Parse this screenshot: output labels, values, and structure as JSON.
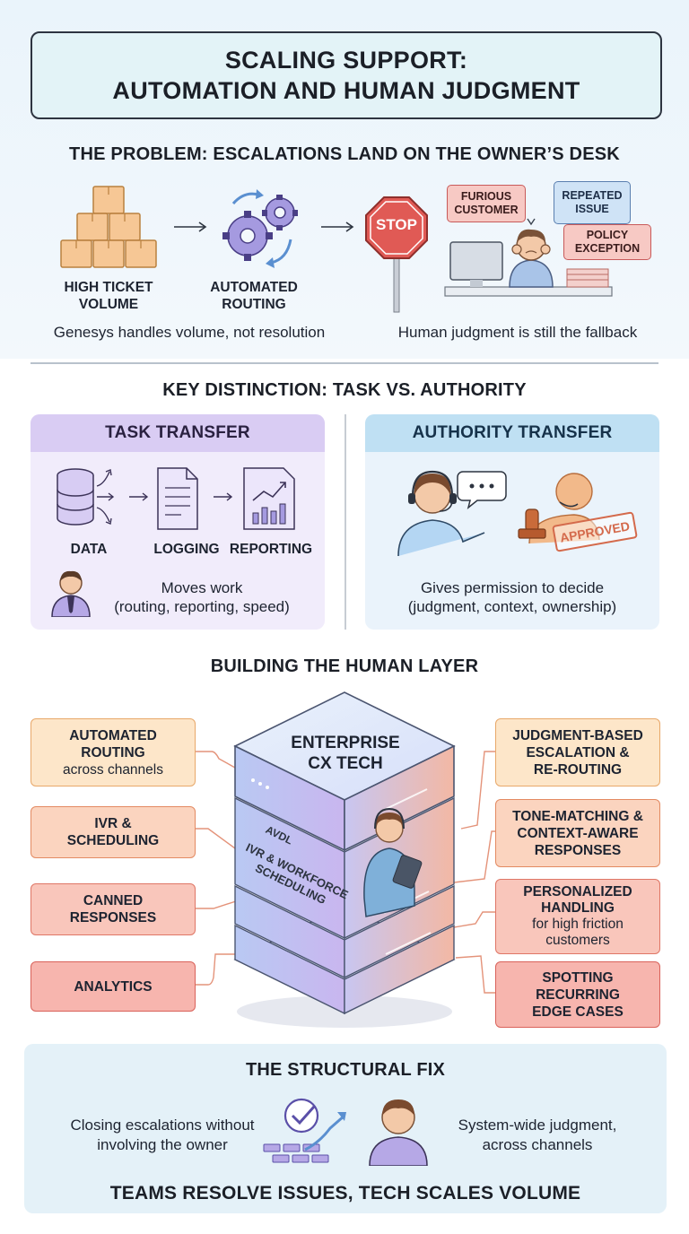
{
  "title": {
    "line1": "SCALING SUPPORT:",
    "line2": "AUTOMATION AND HUMAN JUDGMENT"
  },
  "problem": {
    "heading": "THE PROBLEM: ESCALATIONS LAND ON THE OWNER’S DESK",
    "label_volume_1": "HIGH TICKET",
    "label_volume_2": "VOLUME",
    "label_routing_1": "AUTOMATED",
    "label_routing_2": "ROUTING",
    "stop_text": "STOP",
    "bubble_furious_1": "FURIOUS",
    "bubble_furious_2": "CUSTOMER",
    "bubble_repeated_1": "REPEATED",
    "bubble_repeated_2": "ISSUE",
    "bubble_policy_1": "POLICY",
    "bubble_policy_2": "EXCEPTION",
    "caption_left": "Genesys handles volume, not resolution",
    "caption_right": "Human judgment is still the fallback"
  },
  "distinction": {
    "heading": "KEY DISTINCTION: TASK VS. AUTHORITY",
    "task": {
      "title": "TASK TRANSFER",
      "labels": [
        "DATA",
        "LOGGING",
        "REPORTING"
      ],
      "line1": "Moves work",
      "line2": "(routing, reporting, speed)"
    },
    "authority": {
      "title": "AUTHORITY TRANSFER",
      "stamp": "APPROVED",
      "line1": "Gives permission to decide",
      "line2": "(judgment, context, ownership)"
    }
  },
  "human_layer": {
    "heading": "BUILDING THE HUMAN LAYER",
    "stack_top_1": "ENTERPRISE",
    "stack_top_2": "CX TECH",
    "stack_side_brand": "AVDL",
    "stack_side_1": "IVR & WORKFORCE",
    "stack_side_2": "SCHEDULING",
    "left": [
      {
        "bold1": "AUTOMATED",
        "bold2": "ROUTING",
        "sub": "across channels"
      },
      {
        "bold1": "IVR &",
        "bold2": "SCHEDULING",
        "sub": ""
      },
      {
        "bold1": "CANNED",
        "bold2": "RESPONSES",
        "sub": ""
      },
      {
        "bold1": "ANALYTICS",
        "bold2": "",
        "sub": ""
      }
    ],
    "right": [
      {
        "l1": "JUDGMENT-BASED",
        "l2": "ESCALATION &",
        "l3": "RE-ROUTING"
      },
      {
        "l1": "TONE-MATCHING &",
        "l2": "CONTEXT-AWARE",
        "l3": "RESPONSES"
      },
      {
        "l1": "PERSONALIZED",
        "l2": "HANDLING",
        "sub1": "for high friction",
        "sub2": "customers"
      },
      {
        "l1": "SPOTTING",
        "l2": "RECURRING",
        "l3": "EDGE CASES"
      }
    ]
  },
  "fix": {
    "heading": "THE STRUCTURAL FIX",
    "left_1": "Closing escalations without",
    "left_2": "involving the owner",
    "right_1": "System-wide judgment,",
    "right_2": "across channels",
    "footer": "TEAMS RESOLVE ISSUES, TECH SCALES VOLUME"
  },
  "colors": {
    "task_panel": "#d9ccf3",
    "authority_panel": "#bfe0f3",
    "stop_sign": "#e05a55",
    "accent_orange": "#e8a86a",
    "accent_red": "#d9625a"
  }
}
